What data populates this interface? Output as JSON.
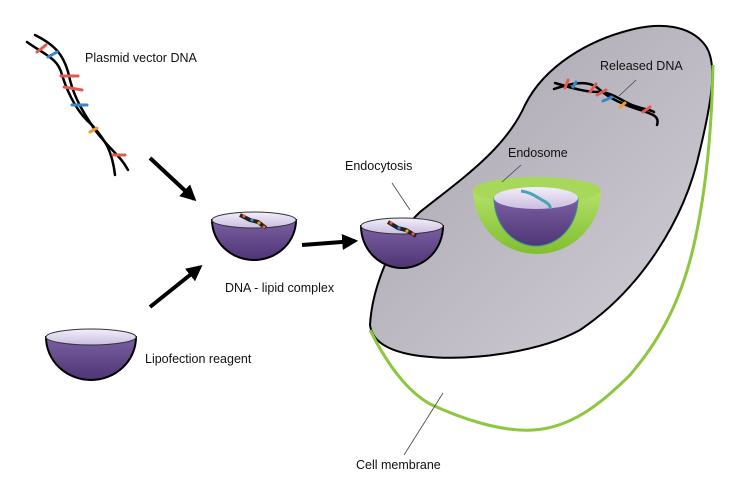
{
  "labels": {
    "plasmid": "Plasmid vector DNA",
    "released": "Released DNA",
    "endosome": "Endosome",
    "endocytosis": "Endocytosis",
    "complex": "DNA - lipid complex",
    "reagent": "Lipofection reagent",
    "membrane": "Cell membrane"
  },
  "colors": {
    "cell_fill": "#b5b1ba",
    "membrane": "#8dc63f",
    "vesicle_purple": "#6a4f92",
    "vesicle_rim": "#e4ddf0",
    "endosome_green": "#9bd14a",
    "dna_red": "#e05a4f",
    "dna_blue": "#3b86c8",
    "dna_orange": "#f39a2b"
  }
}
